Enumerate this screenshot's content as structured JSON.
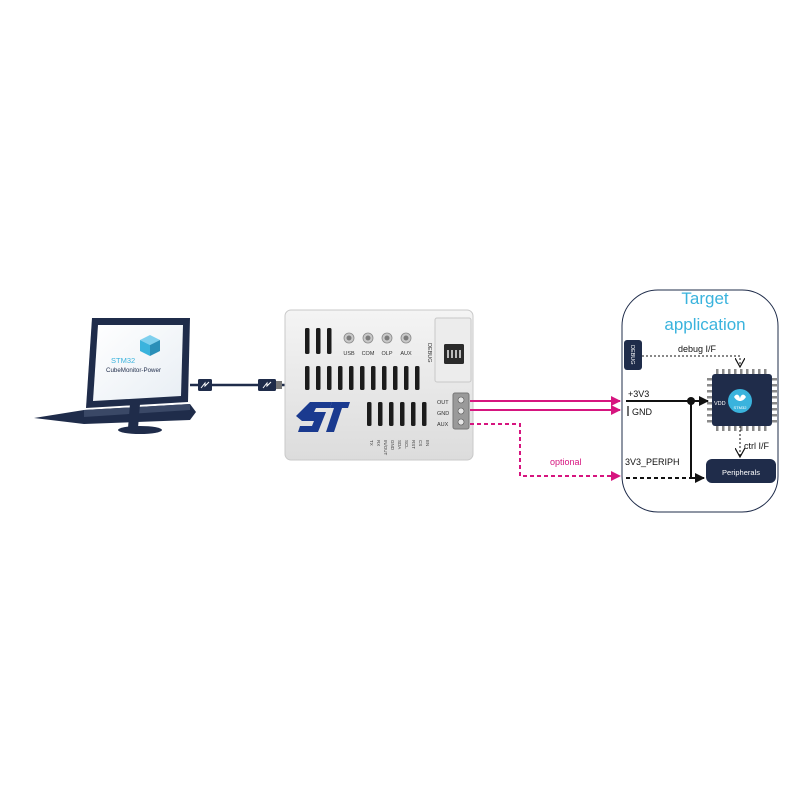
{
  "laptop": {
    "brand_line1": "STM32",
    "brand_line2": "CubeMonitor-Power",
    "icon": "cube-icon"
  },
  "device": {
    "led_labels": [
      "USB",
      "COM",
      "OLP",
      "AUX"
    ],
    "debug_label": "DEBUG",
    "connector_labels": [
      "OUT",
      "GND",
      "AUX"
    ],
    "logo": "st-logo",
    "pin_labels": [
      "TX",
      "RX",
      "IN/OUT",
      "GND",
      "SDA",
      "SCL",
      "RST",
      "CS",
      "EN"
    ]
  },
  "target": {
    "title_line1": "Target",
    "title_line2": "application",
    "debug_block": "DEBUG",
    "debug_if": "debug I/F",
    "ctrl_if": "ctrl I/F",
    "mcu_pin": "VDD",
    "mcu_brand": "STM32",
    "peripherals": "Peripherals",
    "net_3v3": "+3V3",
    "net_gnd": "GND",
    "net_periph": "3V3_PERIPH"
  },
  "wires": {
    "optional_label": "optional"
  },
  "colors": {
    "magenta": "#d6157f",
    "cyan": "#3ab3dd",
    "navy": "#1f2c4a",
    "st_blue": "#1a3a8f"
  }
}
